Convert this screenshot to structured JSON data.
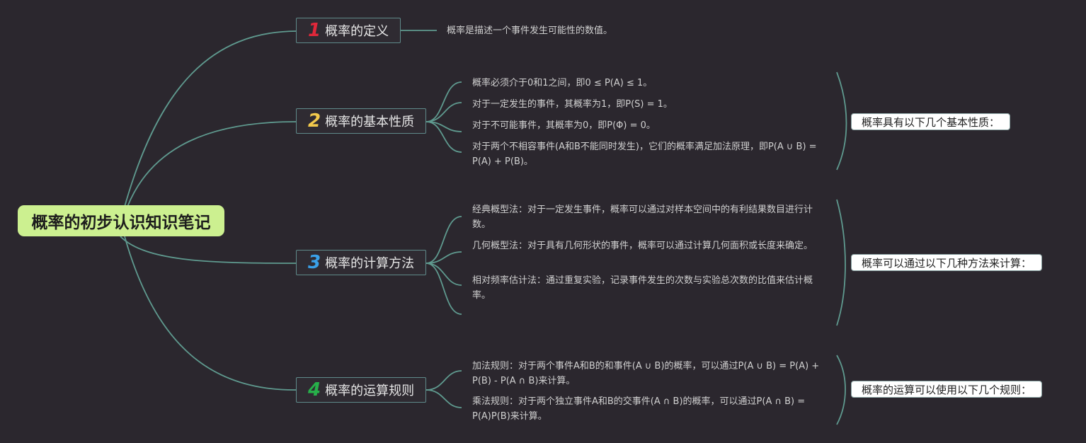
{
  "root": {
    "title": "概率的初步认识知识笔记"
  },
  "colors": {
    "line": "#5f9a8f",
    "badge1": "#e0283a",
    "badge2": "#f2c94c",
    "badge3": "#3aa0e8",
    "badge4": "#27b04a",
    "root_bg": "#ccf090"
  },
  "branches": [
    {
      "num": "1",
      "title": "概率的定义",
      "icon": "number-1-badge"
    },
    {
      "num": "2",
      "title": "概率的基本性质",
      "icon": "number-2-badge"
    },
    {
      "num": "3",
      "title": "概率的计算方法",
      "icon": "number-3-badge"
    },
    {
      "num": "4",
      "title": "概率的运算规则",
      "icon": "number-4-badge"
    }
  ],
  "definition": "概率是描述一个事件发生可能性的数值。",
  "properties": {
    "items": [
      "概率必须介于0和1之间，即0 ≤ P(A) ≤ 1。",
      "对于一定发生的事件，其概率为1，即P(S) = 1。",
      "对于不可能事件，其概率为0，即P(Φ) = 0。",
      "对于两个不相容事件(A和B不能同时发生)，它们的概率满足加法原理，即P(A ∪ B) = P(A) + P(B)。"
    ],
    "summary": "概率具有以下几个基本性质："
  },
  "methods": {
    "items": [
      "经典概型法：对于一定发生事件，概率可以通过对样本空间中的有利结果数目进行计数。",
      "几何概型法：对于具有几何形状的事件，概率可以通过计算几何面积或长度来确定。",
      "相对频率估计法：通过重复实验，记录事件发生的次数与实验总次数的比值来估计概率。"
    ],
    "summary": "概率可以通过以下几种方法来计算："
  },
  "rules": {
    "items": [
      "加法规则：对于两个事件A和B的和事件(A ∪ B)的概率，可以通过P(A ∪ B) = P(A) + P(B) - P(A ∩ B)来计算。",
      "乘法规则：对于两个独立事件A和B的交事件(A ∩ B)的概率，可以通过P(A ∩ B) = P(A)P(B)来计算。"
    ],
    "summary": "概率的运算可以使用以下几个规则："
  }
}
